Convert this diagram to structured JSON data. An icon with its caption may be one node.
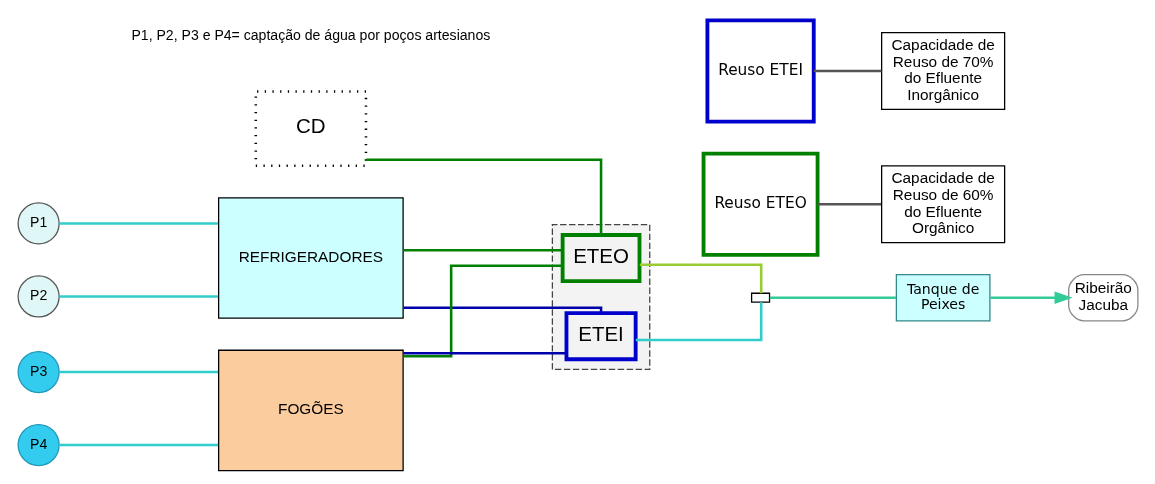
{
  "diagram": {
    "nodes": [
      {
        "text": [
          "CD"
        ]
      },
      {
        "text": [
          "P1"
        ]
      },
      {
        "text": [
          "P2"
        ]
      },
      {
        "text": [
          "REFRIGERADORES"
        ]
      },
      {
        "text": [
          "P3"
        ]
      },
      {
        "text": [
          "P4"
        ]
      },
      {
        "text": [
          "FOGÕES"
        ]
      },
      {
        "text": [],
        "shape": "box"
      },
      {
        "text": [
          "ETEO"
        ],
        "in": 7
      },
      {
        "text": [
          "ETEI"
        ],
        "in": 7
      },
      {
        "text": [
          "Reuso ETEO"
        ]
      },
      {
        "text": [
          "Capacidade de Reuso de 60% do Efluente Orgânico"
        ]
      },
      {
        "text": [
          "Reuso ETEI"
        ]
      },
      {
        "text": [
          "Capacidade de Reuso de 70% do Efluente Inorgânico"
        ]
      },
      {
        "text": [],
        "shape": "box"
      },
      {
        "text": [
          "Tanque de Peixes"
        ]
      },
      {
        "text": [
          "Ribeirão Jacuba"
        ]
      }
    ],
    "edges": [
      {
        "from": 1,
        "to": 3,
        "arrow": "none",
        "color": "#33cccc"
      },
      {
        "from": 2,
        "to": 3,
        "arrow": "none",
        "color": "#33cccc"
      },
      {
        "from": 4,
        "to": 6,
        "arrow": "none",
        "color": "#33cccc"
      },
      {
        "from": 5,
        "to": 6,
        "arrow": "none",
        "color": "#33cccc"
      },
      {
        "from": 0,
        "to": 8,
        "arrow": "none",
        "color": "#008000"
      },
      {
        "from": 3,
        "to": 8,
        "arrow": "none",
        "color": "#008000"
      },
      {
        "from": 3,
        "to": 9,
        "arrow": "none",
        "color": "#0000aa"
      },
      {
        "from": 6,
        "to": 8,
        "arrow": "none",
        "color": "#008000"
      },
      {
        "from": 6,
        "to": 9,
        "arrow": "none",
        "color": "#0000aa"
      },
      {
        "from": 8,
        "to": 14,
        "arrow": "none",
        "color": "#99cc33"
      },
      {
        "from": 9,
        "to": 14,
        "arrow": "none",
        "color": "#33cccc"
      },
      {
        "from": 14,
        "to": 15,
        "arrow": "none",
        "color": "#33cc99"
      },
      {
        "from": 15,
        "to": 16,
        "arrow": "to",
        "color": "#33cc99"
      },
      {
        "from": 10,
        "to": 11,
        "arrow": "none",
        "color": "#555555"
      },
      {
        "from": 12,
        "to": 13,
        "arrow": "none",
        "color": "#555555"
      }
    ],
    "labels": [
      "P1, P2, P3 e P4= captação de água por poços artesianos"
    ]
  }
}
